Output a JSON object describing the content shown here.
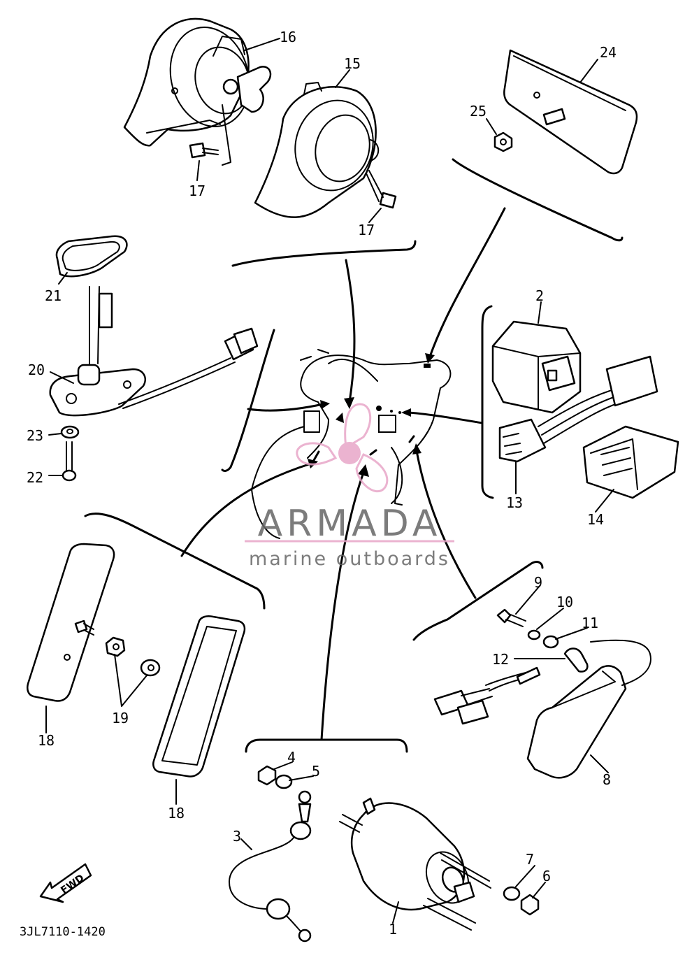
{
  "diagram_code": "3JL7110-1420",
  "fwd_label": "FWD",
  "watermark": {
    "title": "ARMADA",
    "subtitle": "marine outboards",
    "accent": "#e8a6c8"
  },
  "callouts": [
    "1",
    "2",
    "3",
    "4",
    "5",
    "6",
    "7",
    "8",
    "9",
    "10",
    "11",
    "12",
    "13",
    "14",
    "15",
    "16",
    "17",
    "17",
    "18",
    "18",
    "19",
    "20",
    "21",
    "22",
    "23",
    "24",
    "25"
  ]
}
